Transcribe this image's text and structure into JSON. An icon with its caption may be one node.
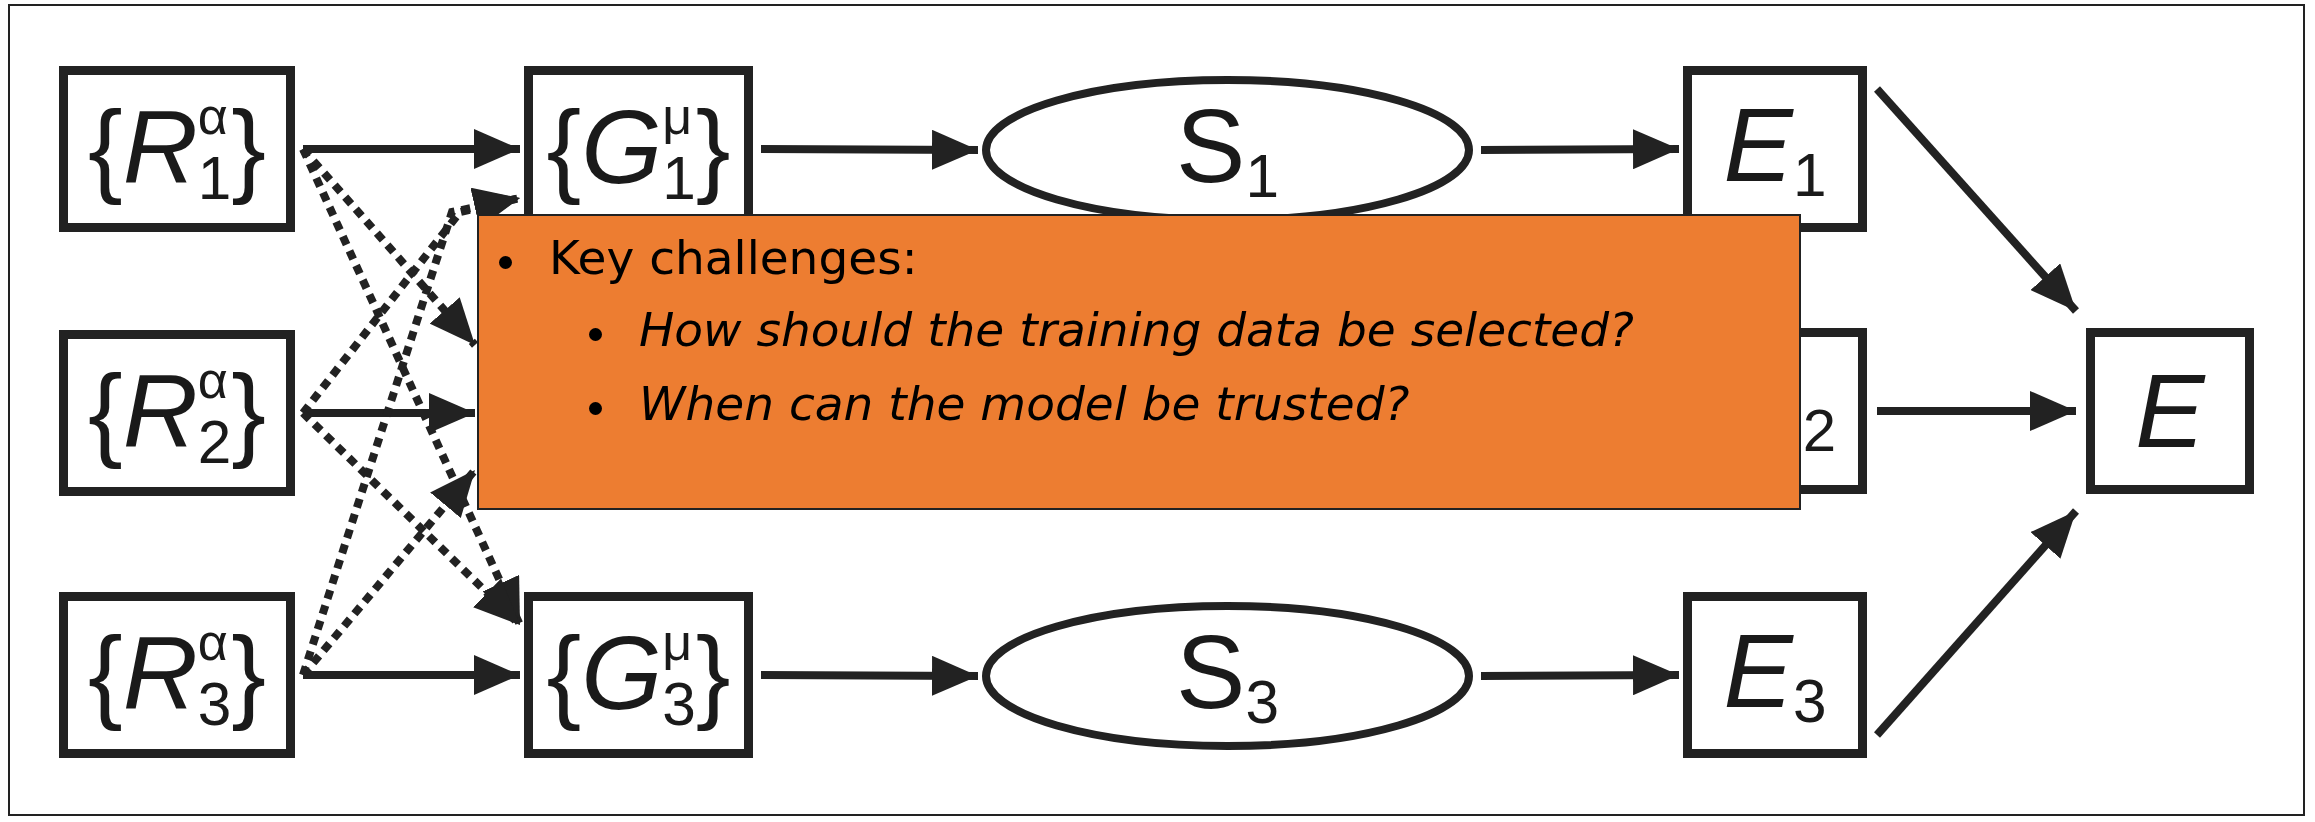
{
  "diagram": {
    "nodes": [
      {
        "text": [
          "{*R*$^{α}$$_{1}$}"
        ]
      },
      {
        "text": [
          "{*R*$^{α}$$_{2}$}"
        ]
      },
      {
        "text": [
          "{*R*$^{α}$$_{3}$}"
        ]
      },
      {
        "text": [
          "{*G*$^{μ}$$_{1}$}"
        ]
      },
      {
        "text": [
          "{*G*$^{μ}$$_{3}$}"
        ]
      },
      {
        "text": [
          "S$_{1}$"
        ]
      },
      {
        "text": [
          "S$_{3}$"
        ]
      },
      {
        "text": [
          "*E*$_{1}$"
        ]
      },
      {
        "text": [
          "2"
        ]
      },
      {
        "text": [
          "*E*$_{3}$"
        ]
      },
      {
        "text": [
          "*E*"
        ]
      },
      {
        "text": [
          "Key challenges:",
          "How should the training data be selected?",
          "When can the model be trusted?"
        ]
      }
    ],
    "edges": [
      {
        "from": 0,
        "to": 3,
        "arrow": "to"
      },
      {
        "from": 0,
        "to": 11,
        "arrow": "to",
        "style": "dashed"
      },
      {
        "from": 0,
        "to": 4,
        "arrow": "to",
        "style": "dashed"
      },
      {
        "from": 1,
        "to": 3,
        "arrow": "to",
        "style": "dashed"
      },
      {
        "from": 1,
        "to": 11,
        "arrow": "to"
      },
      {
        "from": 1,
        "to": 4,
        "arrow": "to",
        "style": "dashed"
      },
      {
        "from": 2,
        "to": 3,
        "arrow": "to",
        "style": "dashed"
      },
      {
        "from": 2,
        "to": 11,
        "arrow": "to",
        "style": "dashed"
      },
      {
        "from": 2,
        "to": 4,
        "arrow": "to"
      },
      {
        "from": 3,
        "to": 5,
        "arrow": "to"
      },
      {
        "from": 4,
        "to": 6,
        "arrow": "to"
      },
      {
        "from": 5,
        "to": 7,
        "arrow": "to"
      },
      {
        "from": 6,
        "to": 9,
        "arrow": "to"
      },
      {
        "from": 7,
        "to": 10,
        "arrow": "to"
      },
      {
        "from": 8,
        "to": 10,
        "arrow": "to"
      },
      {
        "from": 9,
        "to": 10,
        "arrow": "to"
      }
    ]
  }
}
